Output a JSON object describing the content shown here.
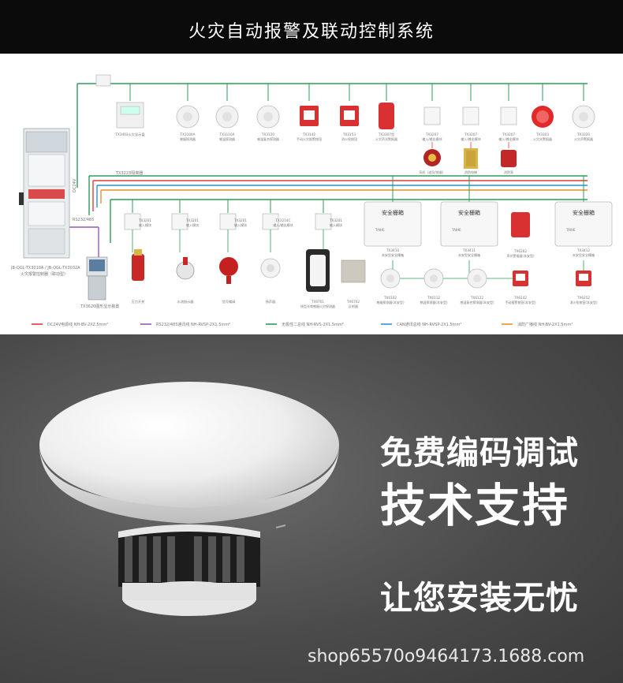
{
  "header": {
    "title": "火灾自动报警及联动控制系统"
  },
  "panel": {
    "main_label": "JB-QGL-TX3010A / JB-QGL-TX3032A",
    "main_sub": "火灾报警控制器（联动型）",
    "monitor_label": "TX3620图形显示装置",
    "rs_label": "RS232/485",
    "power_label": "DC24V",
    "loop_label": "TX3223隔离器"
  },
  "top_devices": [
    {
      "name": "TX3403火灾显示盘",
      "sub": ""
    },
    {
      "name": "TX3100A",
      "sub": "感烟探测器"
    },
    {
      "name": "TX3110A",
      "sub": "感温探测器"
    },
    {
      "name": "TX3120",
      "sub": "感温复合探测器"
    },
    {
      "name": "TX3142",
      "sub": "手动火灾报警按钮"
    },
    {
      "name": "TX3153",
      "sub": "消火栓按钮"
    },
    {
      "name": "TX3307型",
      "sub": "火灾声光警报器"
    },
    {
      "name": "TX3207",
      "sub": "输入/输出模块"
    },
    {
      "name": "TX3207",
      "sub": "输入/输出模块"
    },
    {
      "name": "TX3207",
      "sub": "输入/输出模块"
    },
    {
      "name": "TX3303",
      "sub": "火灾光警报器"
    },
    {
      "name": "TX3320",
      "sub": "火灾声警报器"
    }
  ],
  "top_equipment": [
    {
      "label": "风机（送风/排烟）"
    },
    {
      "label": "消防电梯"
    },
    {
      "label": "消防泵"
    }
  ],
  "bottom_modules": [
    {
      "name": "TX3201",
      "sub": "输入模块"
    },
    {
      "name": "TX3201",
      "sub": "输入模块"
    },
    {
      "name": "TX3201",
      "sub": "输入模块"
    },
    {
      "name": "TX3214C",
      "sub": "输入/输出模块"
    },
    {
      "name": "TX3201",
      "sub": "输入模块"
    }
  ],
  "bottom_equipment": [
    {
      "label": "压力开关"
    },
    {
      "label": "水流指示器"
    },
    {
      "label": "信号蝶阀"
    },
    {
      "label": "扬声器"
    },
    {
      "label": "TX6701",
      "sub": "线型光束感烟火灾探测器"
    },
    {
      "label": "TX6702",
      "sub": "反射器"
    }
  ],
  "barriers": {
    "title": "安全栅箱",
    "brand": "TAIHE",
    "items": [
      {
        "name": "TX3410",
        "sub": "本安型安全栅箱"
      },
      {
        "name": "TX3411",
        "sub": "本安型安全栅箱"
      },
      {
        "name": "TX3412",
        "sub": "本安型安全栅箱"
      }
    ]
  },
  "ex_devices": [
    {
      "name": "TX6102",
      "sub": "感烟探测器(本安型)"
    },
    {
      "name": "TX6112",
      "sub": "感温探测器(本安型)"
    },
    {
      "name": "TX6122",
      "sub": "感温复合探测器(本安型)"
    },
    {
      "name": "TX6142",
      "sub": "手动报警按钮(本安型)"
    },
    {
      "name": "TX6302",
      "sub": "声光警报器(本安型)"
    },
    {
      "name": "TX6252",
      "sub": "消火栓按钮(本安型)"
    }
  ],
  "legend": [
    {
      "color": "#e03b3b",
      "label": "DC24V电源线",
      "spec": "NH-BV-2X2.5mm²"
    },
    {
      "color": "#9b59b6",
      "label": "RS232/485通讯线",
      "spec": "NH-RVSP-2X1.5mm²"
    },
    {
      "color": "#2e9d5b",
      "label": "无极性二总线",
      "spec": "NH-RVS-2X1.5mm²"
    },
    {
      "color": "#2f8fd8",
      "label": "CAN通讯总线",
      "spec": "NH-RVSP-2X1.5mm²"
    },
    {
      "color": "#e8902a",
      "label": "消防广播线",
      "spec": "NH-BV-2X1.5mm²"
    }
  ],
  "promo": {
    "line1": "免费编码调试",
    "line2": "技术支持",
    "line3": "让您安装无忧",
    "url": "shop65570o9464173.1688.com"
  }
}
